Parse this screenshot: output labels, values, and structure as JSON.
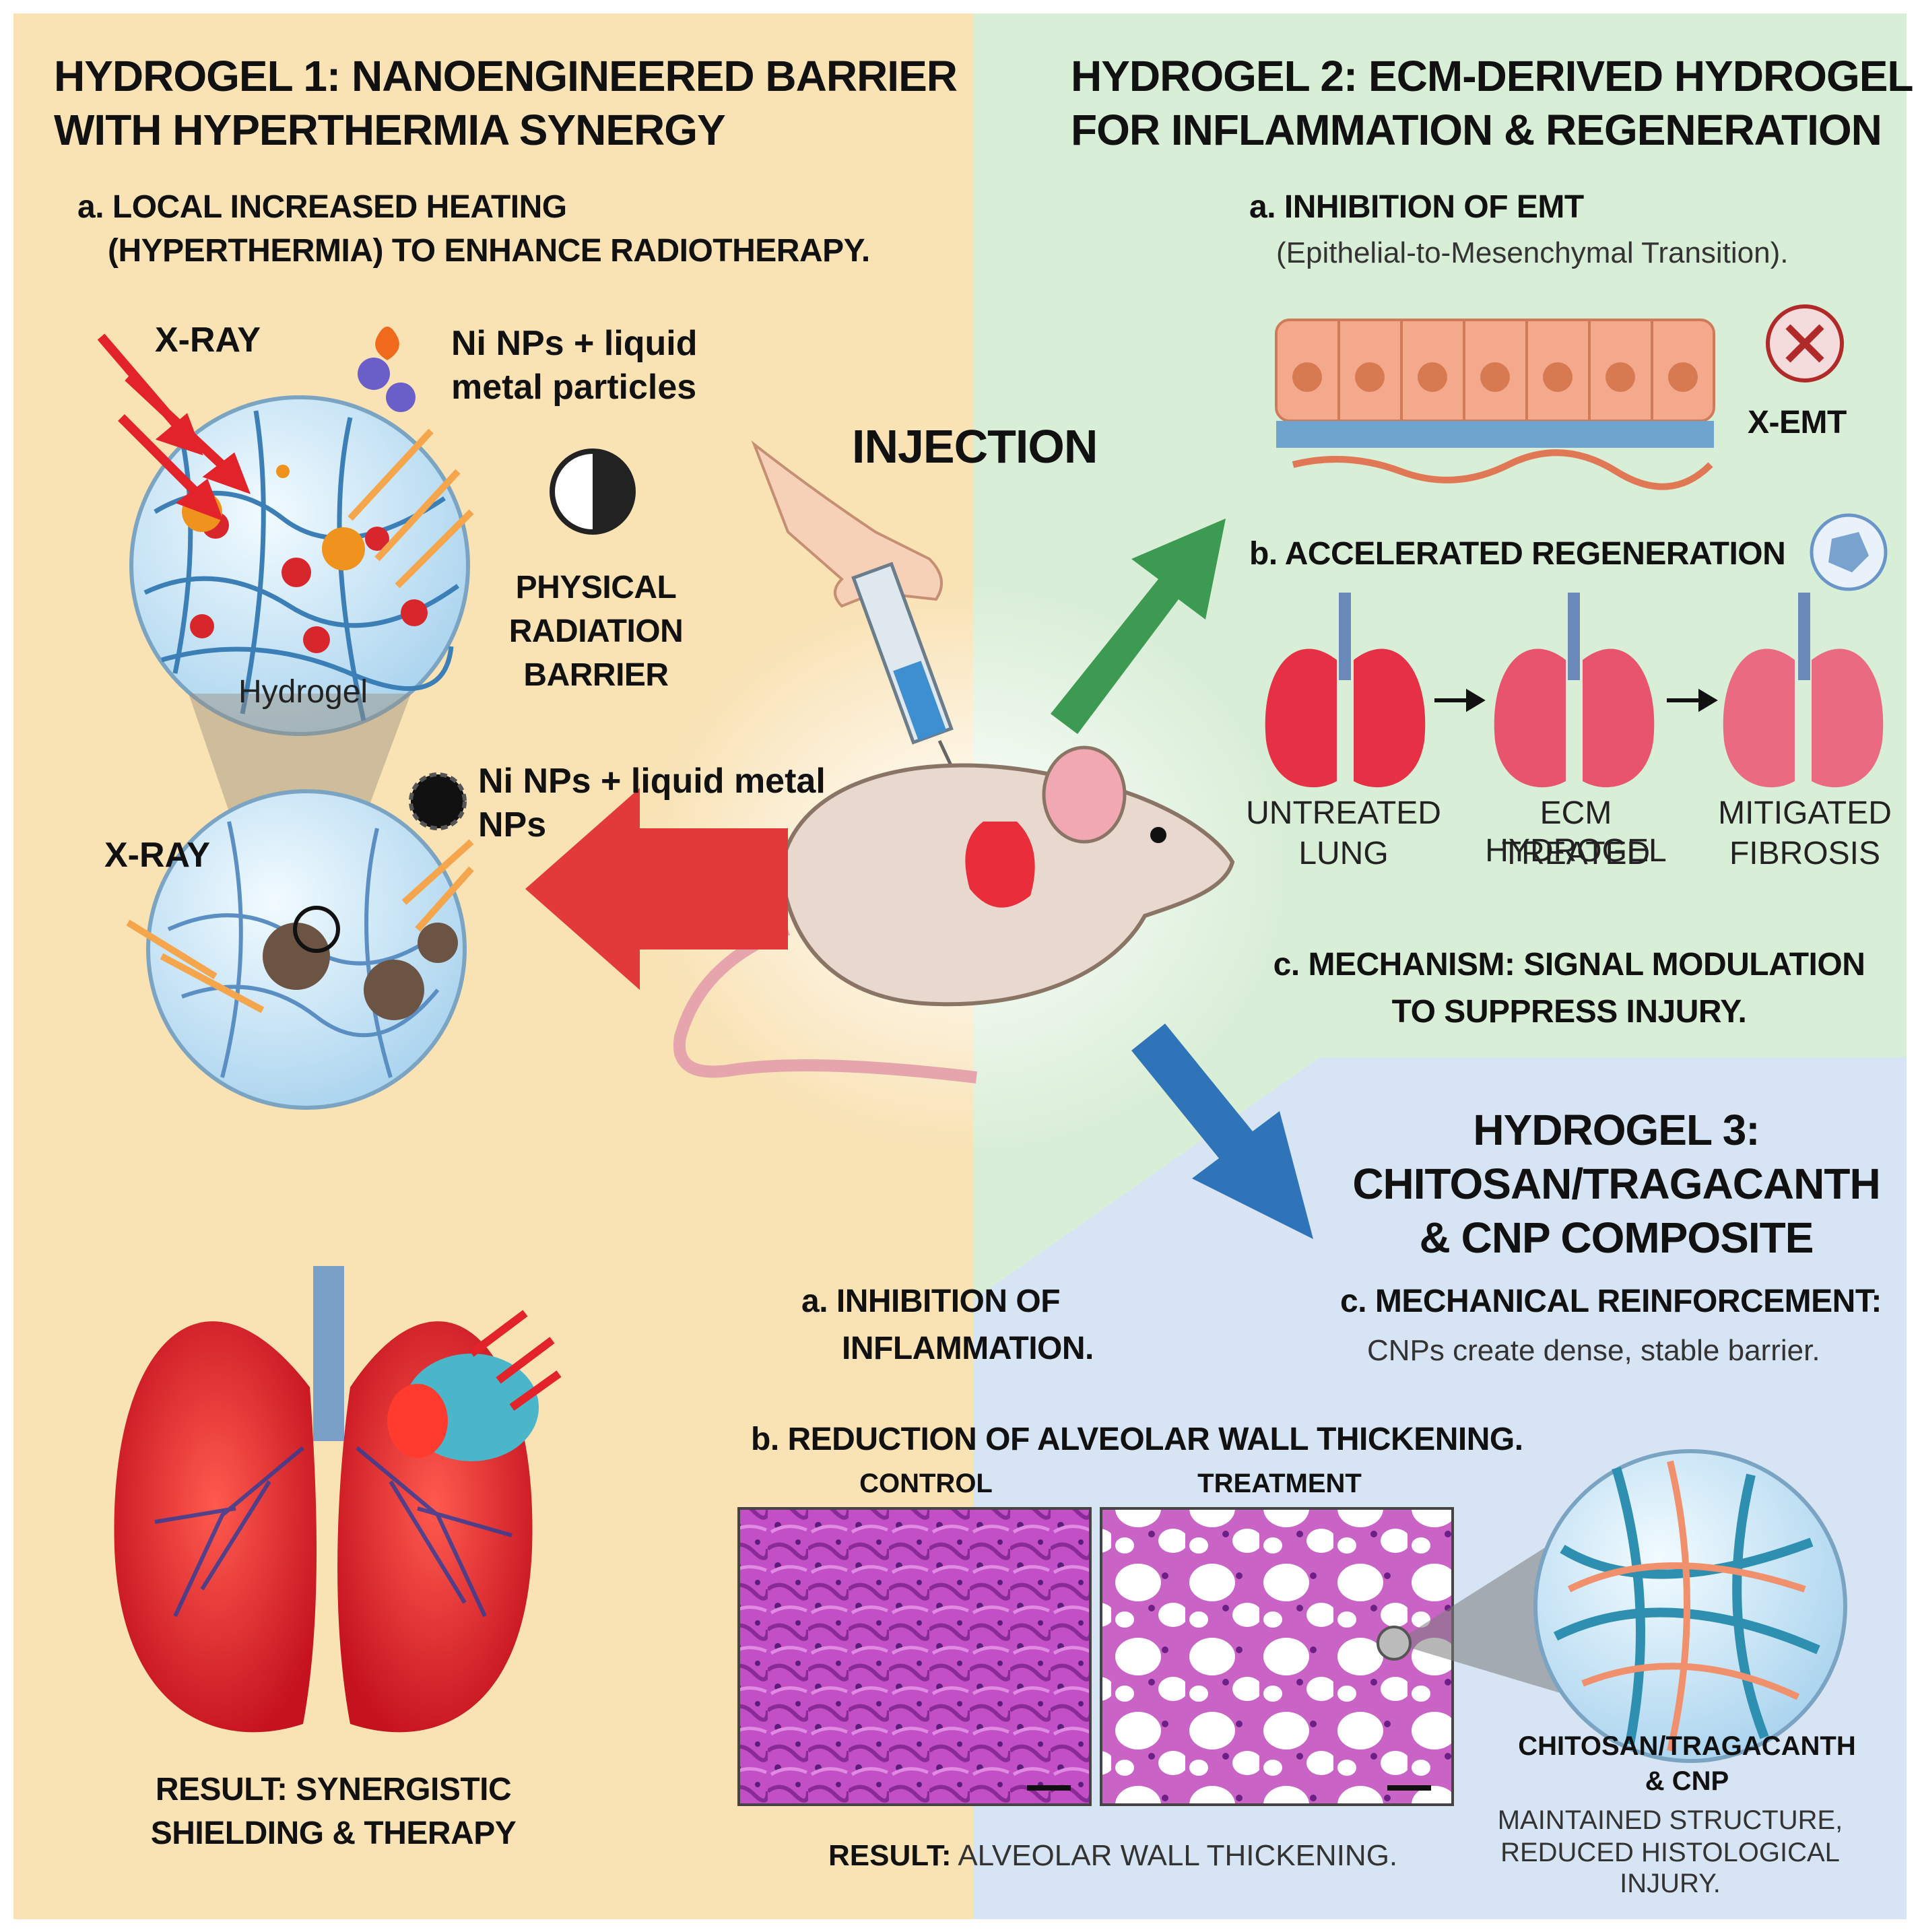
{
  "colors": {
    "panel1_bg": "#f9e2b4",
    "panel2_bg": "#d9eed7",
    "panel3_bg": "#d6e4f3",
    "arrow_red": "#e23a3a",
    "arrow_green": "#3c9a52",
    "arrow_blue": "#2f74b9",
    "lung_red": "#e0323a",
    "hydrogel_blue": "#4aa9c9",
    "histology_purple": "#b23eb2"
  },
  "panel1": {
    "title": [
      "HYDROGEL 1: NANOENGINEERED BARRIER",
      "WITH HYPERTHERMIA SYNERGY"
    ],
    "item_a": [
      "a. LOCAL INCREASED HEATING",
      "(HYPERTHERMIA) TO ENHANCE RADIOTHERAPY."
    ],
    "xray_top": "X-RAY",
    "np_label_top": [
      "Ni NPs + liquid",
      "metal particles"
    ],
    "hydrogel_label": "Hydrogel",
    "barrier_label": [
      "PHYSICAL",
      "RADIATION",
      "BARRIER"
    ],
    "np_label_mid": [
      "Ni NPs + liquid metal",
      "NPs"
    ],
    "xray_mid": "X-RAY",
    "result": [
      "RESULT: SYNERGISTIC",
      "SHIELDING & THERAPY"
    ]
  },
  "center": {
    "injection_label": "INJECTION"
  },
  "panel2": {
    "title": [
      "HYDROGEL 2: ECM-DERIVED HYDROGEL",
      "FOR INFLAMMATION & REGENERATION"
    ],
    "item_a": "a. INHIBITION OF EMT",
    "item_a_detail": "(Epithelial-to-Mesenchymal Transition).",
    "xemt_label": "X-EMT",
    "item_b": "b. ACCELERATED REGENERATION",
    "lungs": [
      [
        "UNTREATED",
        "LUNG"
      ],
      [
        "ECM HYDROGEL",
        "TREATED"
      ],
      [
        "MITIGATED",
        "FIBROSIS"
      ]
    ],
    "item_c": [
      "c. MECHANISM: SIGNAL MODULATION",
      "TO SUPPRESS INJURY."
    ]
  },
  "panel3": {
    "title": [
      "HYDROGEL 3:",
      "CHITOSAN/TRAGACANTH",
      "& CNP COMPOSITE"
    ],
    "item_a": [
      "a. INHIBITION OF",
      "INFLAMMATION."
    ],
    "item_c": "c. MECHANICAL REINFORCEMENT:",
    "item_c_detail": "CNPs create dense, stable barrier.",
    "item_b": "b. REDUCTION OF ALVEOLAR WALL THICKENING.",
    "control_label": "CONTROL",
    "treatment_label": "TREATMENT",
    "composite_label": [
      "CHITOSAN/TRAGACANTH",
      "& CNP"
    ],
    "composite_detail": [
      "MAINTAINED STRUCTURE,",
      "REDUCED HISTOLOGICAL INJURY."
    ],
    "result_prefix": "RESULT:",
    "result_text": "ALVEOLAR WALL THICKENING."
  }
}
